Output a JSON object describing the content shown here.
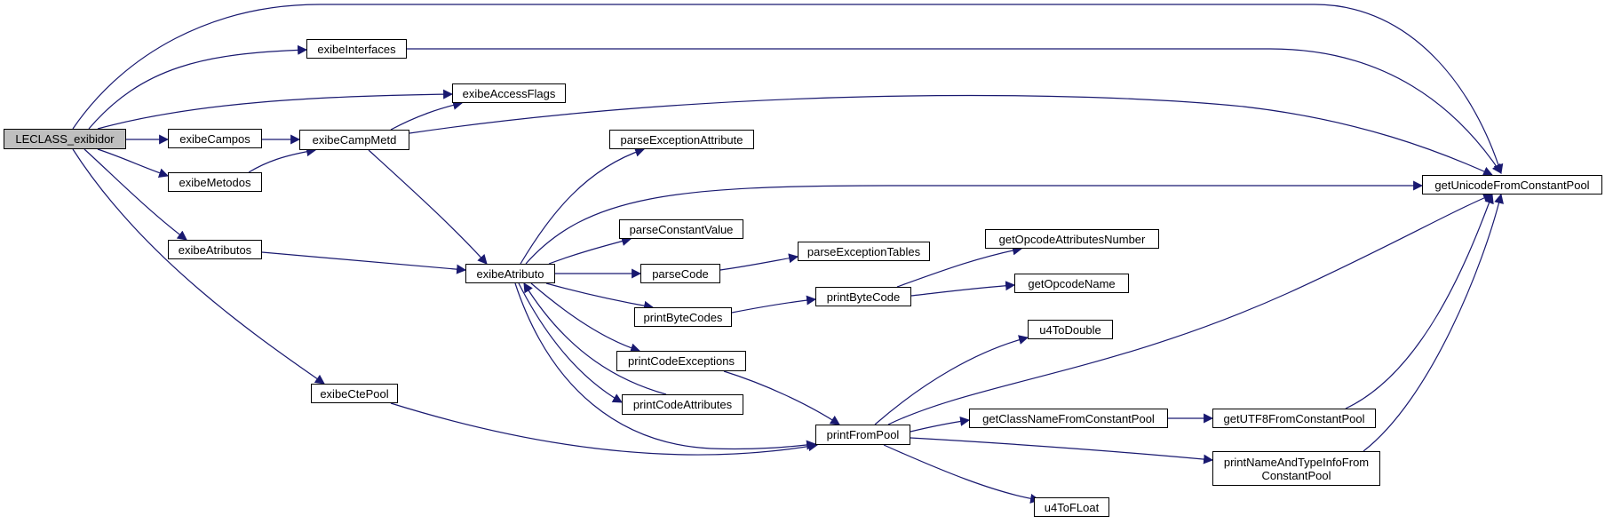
{
  "colors": {
    "edge": "#191970",
    "node_border": "#000000",
    "node_fill": "#ffffff",
    "root_fill": "#bfbfbf"
  },
  "nodes": [
    {
      "id": "leclass",
      "label": "LECLASS_exibidor",
      "root": true
    },
    {
      "id": "exibeInterfaces",
      "label": "exibeInterfaces"
    },
    {
      "id": "exibeAccessFlags",
      "label": "exibeAccessFlags"
    },
    {
      "id": "exibeCampos",
      "label": "exibeCampos"
    },
    {
      "id": "exibeCampMetd",
      "label": "exibeCampMetd"
    },
    {
      "id": "exibeMetodos",
      "label": "exibeMetodos"
    },
    {
      "id": "exibeAtributos",
      "label": "exibeAtributos"
    },
    {
      "id": "exibeCtePool",
      "label": "exibeCtePool"
    },
    {
      "id": "exibeAtributo",
      "label": "exibeAtributo"
    },
    {
      "id": "parseExceptionAttribute",
      "label": "parseExceptionAttribute"
    },
    {
      "id": "parseConstantValue",
      "label": "parseConstantValue"
    },
    {
      "id": "parseCode",
      "label": "parseCode"
    },
    {
      "id": "parseExceptionTables",
      "label": "parseExceptionTables"
    },
    {
      "id": "printByteCodes",
      "label": "printByteCodes"
    },
    {
      "id": "printByteCode",
      "label": "printByteCode"
    },
    {
      "id": "getOpcodeAttributesNumber",
      "label": "getOpcodeAttributesNumber"
    },
    {
      "id": "getOpcodeName",
      "label": "getOpcodeName"
    },
    {
      "id": "printCodeExceptions",
      "label": "printCodeExceptions"
    },
    {
      "id": "printCodeAttributes",
      "label": "printCodeAttributes"
    },
    {
      "id": "printFromPool",
      "label": "printFromPool"
    },
    {
      "id": "u4ToDouble",
      "label": "u4ToDouble"
    },
    {
      "id": "getClassNameFromConstantPool",
      "label": "getClassNameFromConstantPool"
    },
    {
      "id": "getUTF8FromConstantPool",
      "label": "getUTF8FromConstantPool"
    },
    {
      "id": "printNameAndTypeInfoFromConstantPool",
      "label": "printNameAndTypeInfoFrom\nConstantPool"
    },
    {
      "id": "u4ToFLoat",
      "label": "u4ToFLoat"
    },
    {
      "id": "getUnicodeFromConstantPool",
      "label": "getUnicodeFromConstantPool"
    }
  ],
  "edges": [
    [
      "leclass",
      "getUnicodeFromConstantPool"
    ],
    [
      "leclass",
      "exibeInterfaces"
    ],
    [
      "leclass",
      "exibeAccessFlags"
    ],
    [
      "leclass",
      "exibeCampos"
    ],
    [
      "leclass",
      "exibeMetodos"
    ],
    [
      "leclass",
      "exibeAtributos"
    ],
    [
      "leclass",
      "exibeCtePool"
    ],
    [
      "exibeInterfaces",
      "getUnicodeFromConstantPool"
    ],
    [
      "exibeCampos",
      "exibeCampMetd"
    ],
    [
      "exibeMetodos",
      "exibeCampMetd"
    ],
    [
      "exibeCampMetd",
      "exibeAccessFlags"
    ],
    [
      "exibeCampMetd",
      "getUnicodeFromConstantPool"
    ],
    [
      "exibeCampMetd",
      "exibeAtributo"
    ],
    [
      "exibeAtributos",
      "exibeAtributo"
    ],
    [
      "exibeCtePool",
      "printFromPool"
    ],
    [
      "exibeAtributo",
      "parseExceptionAttribute"
    ],
    [
      "exibeAtributo",
      "getUnicodeFromConstantPool"
    ],
    [
      "exibeAtributo",
      "parseConstantValue"
    ],
    [
      "exibeAtributo",
      "parseCode"
    ],
    [
      "exibeAtributo",
      "printByteCodes"
    ],
    [
      "exibeAtributo",
      "printCodeExceptions"
    ],
    [
      "exibeAtributo",
      "printCodeAttributes"
    ],
    [
      "exibeAtributo",
      "printFromPool"
    ],
    [
      "printCodeAttributes",
      "exibeAtributo"
    ],
    [
      "parseCode",
      "parseExceptionTables"
    ],
    [
      "printByteCodes",
      "printByteCode"
    ],
    [
      "printByteCode",
      "getOpcodeAttributesNumber"
    ],
    [
      "printByteCode",
      "getOpcodeName"
    ],
    [
      "printCodeExceptions",
      "printFromPool"
    ],
    [
      "printFromPool",
      "u4ToDouble"
    ],
    [
      "printFromPool",
      "getUnicodeFromConstantPool"
    ],
    [
      "printFromPool",
      "getClassNameFromConstantPool"
    ],
    [
      "printFromPool",
      "printNameAndTypeInfoFromConstantPool"
    ],
    [
      "printFromPool",
      "u4ToFLoat"
    ],
    [
      "getClassNameFromConstantPool",
      "getUTF8FromConstantPool"
    ],
    [
      "getUTF8FromConstantPool",
      "getUnicodeFromConstantPool"
    ],
    [
      "printNameAndTypeInfoFromConstantPool",
      "getUnicodeFromConstantPool"
    ]
  ]
}
